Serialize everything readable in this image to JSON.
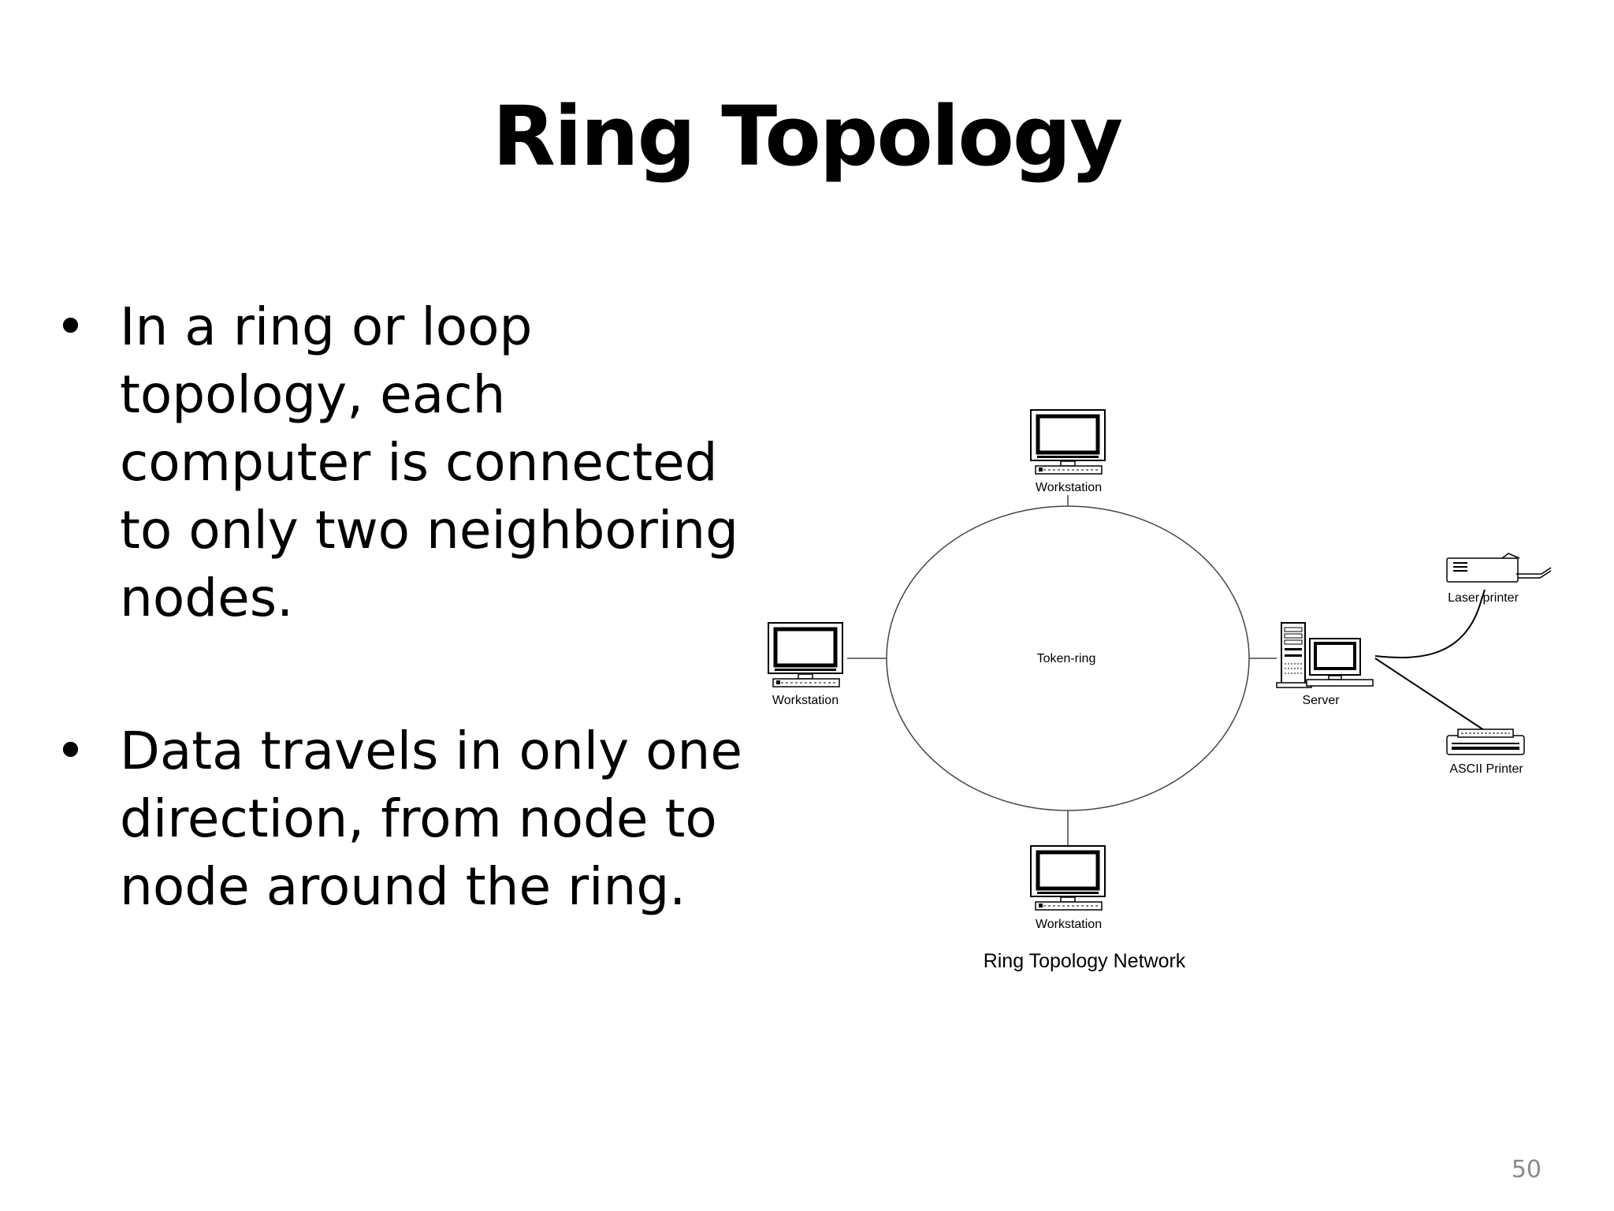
{
  "slide": {
    "title": "Ring Topology",
    "bullets": [
      {
        "text": "In a ring or loop topology, each computer is connected to only two neighboring nodes."
      },
      {
        "text": "Data travels in only one direction, from node to node around the ring."
      }
    ],
    "page_number": "50"
  },
  "diagram": {
    "ring_label": "Token-ring",
    "caption": "Ring Topology Network",
    "nodes": {
      "top": "Workstation",
      "left": "Workstation",
      "bottom": "Workstation",
      "server": "Server",
      "laser_printer": "Laser printer",
      "ascii_printer": "ASCII Printer"
    },
    "bullet_symbol": "•"
  }
}
